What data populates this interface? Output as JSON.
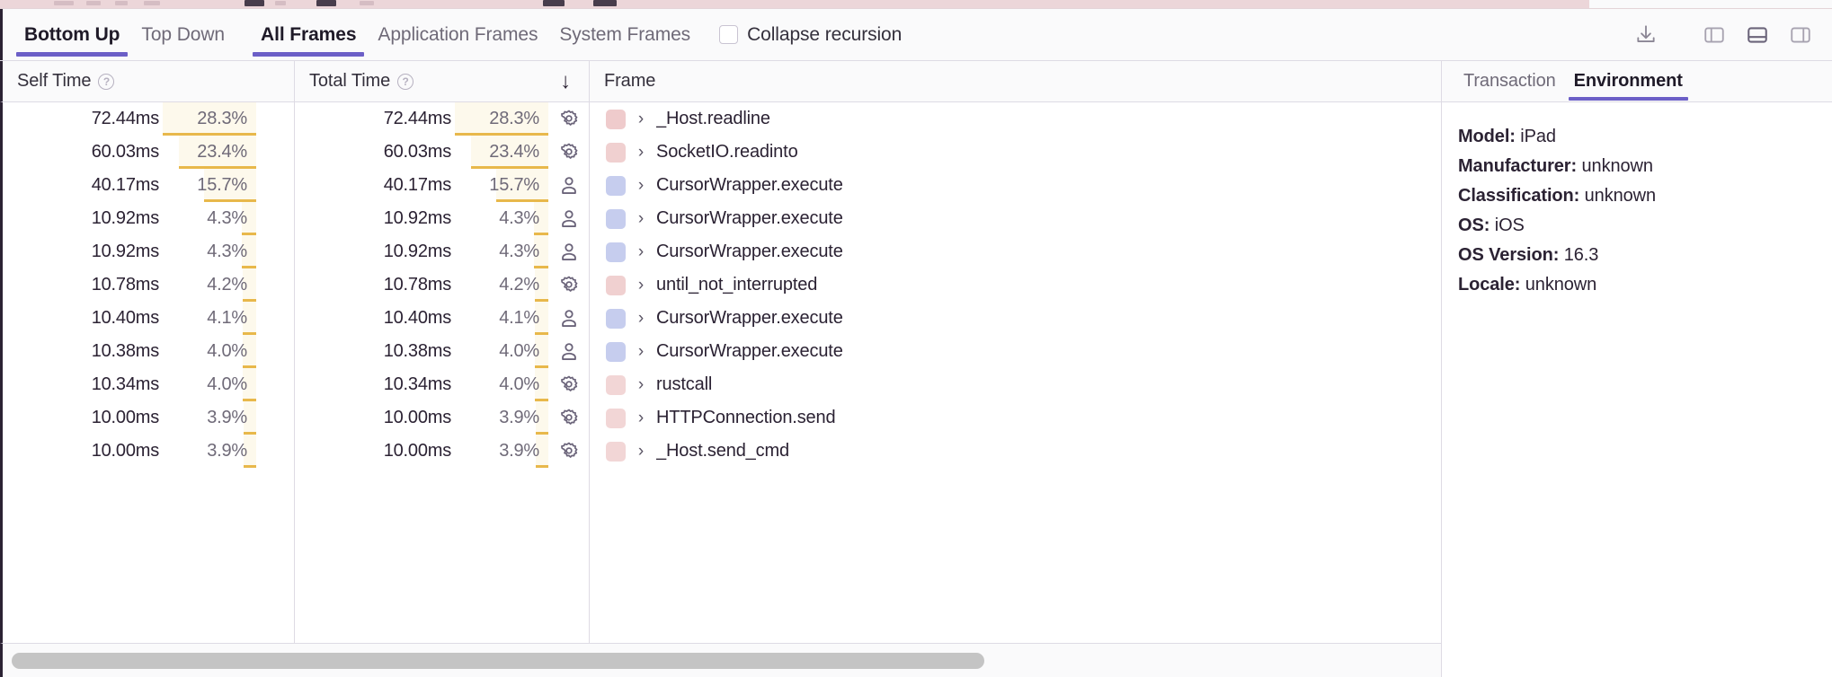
{
  "flamegraph_strip": {
    "name": "flamegraph-sliver",
    "background_color": "#ecd6d9",
    "segment_color": "#2b2233"
  },
  "toolbar": {
    "tabs": [
      {
        "label": "Bottom Up",
        "active": true,
        "name": "tab-bottom-up"
      },
      {
        "label": "Top Down",
        "active": false,
        "name": "tab-top-down"
      },
      {
        "label": "All Frames",
        "active": true,
        "name": "tab-all-frames"
      },
      {
        "label": "Application Frames",
        "active": false,
        "name": "tab-application-frames"
      },
      {
        "label": "System Frames",
        "active": false,
        "name": "tab-system-frames"
      }
    ],
    "checkbox": {
      "label": "Collapse recursion",
      "checked": false
    },
    "icons": [
      {
        "name": "download-icon",
        "title": "Export"
      },
      {
        "name": "panel-left-icon",
        "title": "Toggle left panel",
        "active": false
      },
      {
        "name": "panel-bottom-icon",
        "title": "Toggle bottom panel",
        "active": true
      },
      {
        "name": "panel-right-icon",
        "title": "Toggle right panel",
        "active": false
      }
    ]
  },
  "table": {
    "columns": [
      {
        "key": "self",
        "label": "Self Time",
        "has_help": true,
        "sorted": false
      },
      {
        "key": "total",
        "label": "Total Time",
        "has_help": true,
        "sorted": true,
        "sort_direction": "desc",
        "sort_glyph": "↓"
      },
      {
        "key": "frame",
        "label": "Frame",
        "has_help": false,
        "sorted": false
      }
    ],
    "rows": [
      {
        "self_time": "72.44ms",
        "self_pct": "28.3%",
        "self_pct_value": 28.3,
        "total_time": "72.44ms",
        "total_pct": "28.3%",
        "total_pct_value": 28.3,
        "frame": "_Host.readline",
        "frame_type": "system",
        "icon": "gear-icon",
        "swatch_color": "#efcbcc"
      },
      {
        "self_time": "60.03ms",
        "self_pct": "23.4%",
        "self_pct_value": 23.4,
        "total_time": "60.03ms",
        "total_pct": "23.4%",
        "total_pct_value": 23.4,
        "frame": "SocketIO.readinto",
        "frame_type": "system",
        "icon": "gear-icon",
        "swatch_color": "#f0d0d0"
      },
      {
        "self_time": "40.17ms",
        "self_pct": "15.7%",
        "self_pct_value": 15.7,
        "total_time": "40.17ms",
        "total_pct": "15.7%",
        "total_pct_value": 15.7,
        "frame": "CursorWrapper.execute",
        "frame_type": "application",
        "icon": "person-icon",
        "swatch_color": "#c6cdee"
      },
      {
        "self_time": "10.92ms",
        "self_pct": "4.3%",
        "self_pct_value": 4.3,
        "total_time": "10.92ms",
        "total_pct": "4.3%",
        "total_pct_value": 4.3,
        "frame": "CursorWrapper.execute",
        "frame_type": "application",
        "icon": "person-icon",
        "swatch_color": "#c6cdee"
      },
      {
        "self_time": "10.92ms",
        "self_pct": "4.3%",
        "self_pct_value": 4.3,
        "total_time": "10.92ms",
        "total_pct": "4.3%",
        "total_pct_value": 4.3,
        "frame": "CursorWrapper.execute",
        "frame_type": "application",
        "icon": "person-icon",
        "swatch_color": "#c6cdee"
      },
      {
        "self_time": "10.78ms",
        "self_pct": "4.2%",
        "self_pct_value": 4.2,
        "total_time": "10.78ms",
        "total_pct": "4.2%",
        "total_pct_value": 4.2,
        "frame": "until_not_interrupted",
        "frame_type": "system",
        "icon": "gear-icon",
        "swatch_color": "#f0d0d0"
      },
      {
        "self_time": "10.40ms",
        "self_pct": "4.1%",
        "self_pct_value": 4.1,
        "total_time": "10.40ms",
        "total_pct": "4.1%",
        "total_pct_value": 4.1,
        "frame": "CursorWrapper.execute",
        "frame_type": "application",
        "icon": "person-icon",
        "swatch_color": "#c6cdee"
      },
      {
        "self_time": "10.38ms",
        "self_pct": "4.0%",
        "self_pct_value": 4.0,
        "total_time": "10.38ms",
        "total_pct": "4.0%",
        "total_pct_value": 4.0,
        "frame": "CursorWrapper.execute",
        "frame_type": "application",
        "icon": "person-icon",
        "swatch_color": "#c6cdee"
      },
      {
        "self_time": "10.34ms",
        "self_pct": "4.0%",
        "self_pct_value": 4.0,
        "total_time": "10.34ms",
        "total_pct": "4.0%",
        "total_pct_value": 4.0,
        "frame": "rustcall",
        "frame_type": "system",
        "icon": "gear-icon",
        "swatch_color": "#f2d6d6"
      },
      {
        "self_time": "10.00ms",
        "self_pct": "3.9%",
        "self_pct_value": 3.9,
        "total_time": "10.00ms",
        "total_pct": "3.9%",
        "total_pct_value": 3.9,
        "frame": "HTTPConnection.send",
        "frame_type": "system",
        "icon": "gear-icon",
        "swatch_color": "#f2d6d6"
      },
      {
        "self_time": "10.00ms",
        "self_pct": "3.9%",
        "self_pct_value": 3.9,
        "total_time": "10.00ms",
        "total_pct": "3.9%",
        "total_pct_value": 3.9,
        "frame": "_Host.send_cmd",
        "frame_type": "system",
        "icon": "gear-icon",
        "swatch_color": "#f2d6d6"
      }
    ],
    "expand_glyph": "›",
    "bar_fill_color": "#e8b84b",
    "bar_bg_color": "#fdf9ec",
    "max_pct": 28.3
  },
  "scrollbar": {
    "name": "horizontal-scrollbar",
    "thumb_width_pct": 68.5
  },
  "details_panel": {
    "tabs": [
      {
        "label": "Transaction",
        "active": false,
        "name": "tab-transaction"
      },
      {
        "label": "Environment",
        "active": true,
        "name": "tab-environment"
      }
    ],
    "environment": [
      {
        "key": "Model:",
        "value": "iPad"
      },
      {
        "key": "Manufacturer:",
        "value": "unknown"
      },
      {
        "key": "Classification:",
        "value": "unknown"
      },
      {
        "key": "OS:",
        "value": "iOS"
      },
      {
        "key": "OS Version:",
        "value": "16.3"
      },
      {
        "key": "Locale:",
        "value": "unknown"
      }
    ]
  },
  "theme": {
    "accent": "#6c5fc7",
    "text": "#2b2233",
    "muted": "#6f6a78",
    "border": "#dedbe4",
    "header_bg": "#fafafb",
    "flame_pink": "#ecd6d9"
  }
}
